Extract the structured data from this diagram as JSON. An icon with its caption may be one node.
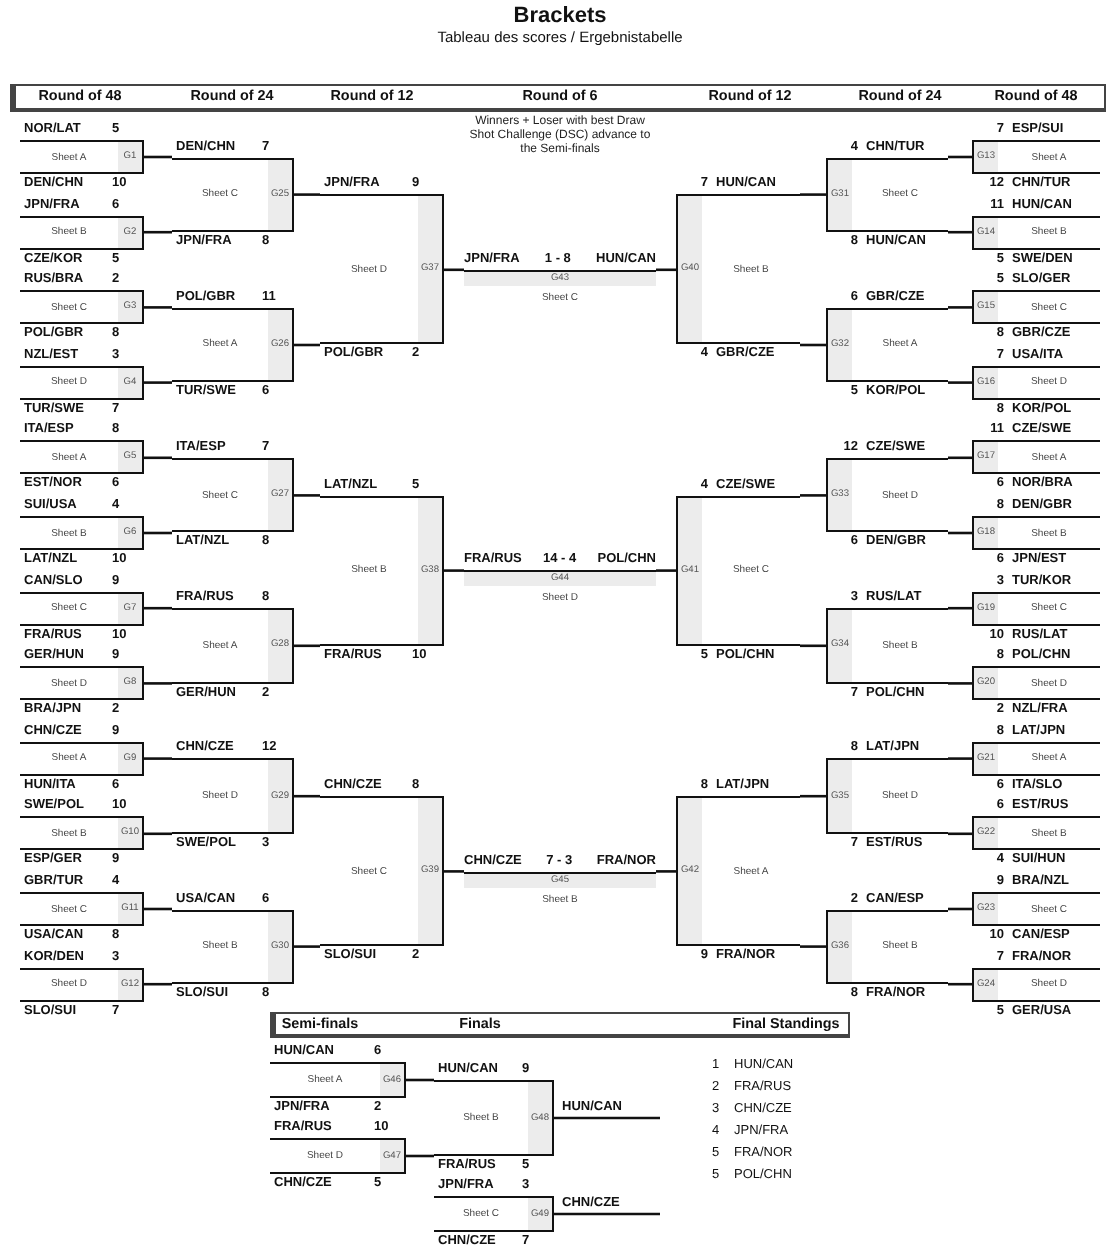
{
  "diagram": {
    "title": "Brackets",
    "nodes": [
      {
        "text": [
          "NOR/LAT",
          "5",
          "Sheet A",
          "G1",
          "DEN/CHN",
          "10"
        ]
      },
      {
        "text": [
          "JPN/FRA",
          "6",
          "Sheet B",
          "G2",
          "CZE/KOR",
          "5"
        ]
      },
      {
        "text": [
          "RUS/BRA",
          "2",
          "Sheet C",
          "G3",
          "POL/GBR",
          "8"
        ]
      },
      {
        "text": [
          "NZL/EST",
          "3",
          "Sheet D",
          "G4",
          "TUR/SWE",
          "7"
        ]
      },
      {
        "text": [
          "ITA/ESP",
          "8",
          "Sheet A",
          "G5",
          "EST/NOR",
          "6"
        ]
      },
      {
        "text": [
          "SUI/USA",
          "4",
          "Sheet B",
          "G6",
          "LAT/NZL",
          "10"
        ]
      },
      {
        "text": [
          "CAN/SLO",
          "9",
          "Sheet C",
          "G7",
          "FRA/RUS",
          "10"
        ]
      },
      {
        "text": [
          "GER/HUN",
          "9",
          "Sheet D",
          "G8",
          "BRA/JPN",
          "2"
        ]
      },
      {
        "text": [
          "CHN/CZE",
          "9",
          "Sheet A",
          "G9",
          "HUN/ITA",
          "6"
        ]
      },
      {
        "text": [
          "SWE/POL",
          "10",
          "Sheet B",
          "G10",
          "ESP/GER",
          "9"
        ]
      },
      {
        "text": [
          "GBR/TUR",
          "4",
          "Sheet C",
          "G11",
          "USA/CAN",
          "8"
        ]
      },
      {
        "text": [
          "KOR/DEN",
          "3",
          "Sheet D",
          "G12",
          "SLO/SUI",
          "7"
        ]
      },
      {
        "text": [
          "ESP/SUI",
          "7",
          "Sheet A",
          "G13",
          "CHN/TUR",
          "12"
        ]
      },
      {
        "text": [
          "HUN/CAN",
          "11",
          "Sheet B",
          "G14",
          "SWE/DEN",
          "5"
        ]
      },
      {
        "text": [
          "SLO/GER",
          "5",
          "Sheet C",
          "G15",
          "GBR/CZE",
          "8"
        ]
      },
      {
        "text": [
          "USA/ITA",
          "7",
          "Sheet D",
          "G16",
          "KOR/POL",
          "8"
        ]
      },
      {
        "text": [
          "CZE/SWE",
          "11",
          "Sheet A",
          "G17",
          "NOR/BRA",
          "6"
        ]
      },
      {
        "text": [
          "DEN/GBR",
          "8",
          "Sheet B",
          "G18",
          "JPN/EST",
          "6"
        ]
      },
      {
        "text": [
          "TUR/KOR",
          "3",
          "Sheet C",
          "G19",
          "RUS/LAT",
          "10"
        ]
      },
      {
        "text": [
          "POL/CHN",
          "8",
          "Sheet D",
          "G20",
          "NZL/FRA",
          "2"
        ]
      },
      {
        "text": [
          "LAT/JPN",
          "8",
          "Sheet A",
          "G21",
          "ITA/SLO",
          "6"
        ]
      },
      {
        "text": [
          "EST/RUS",
          "6",
          "Sheet B",
          "G22",
          "SUI/HUN",
          "4"
        ]
      },
      {
        "text": [
          "BRA/NZL",
          "9",
          "Sheet C",
          "G23",
          "CAN/ESP",
          "10"
        ]
      },
      {
        "text": [
          "FRA/NOR",
          "7",
          "Sheet D",
          "G24",
          "GER/USA",
          "5"
        ]
      },
      {
        "text": [
          "DEN/CHN",
          "7",
          "Sheet C",
          "G25",
          "JPN/FRA",
          "8"
        ]
      },
      {
        "text": [
          "POL/GBR",
          "11",
          "Sheet A",
          "G26",
          "TUR/SWE",
          "6"
        ]
      },
      {
        "text": [
          "ITA/ESP",
          "7",
          "Sheet C",
          "G27",
          "LAT/NZL",
          "8"
        ]
      },
      {
        "text": [
          "FRA/RUS",
          "8",
          "Sheet A",
          "G28",
          "GER/HUN",
          "2"
        ]
      },
      {
        "text": [
          "CHN/CZE",
          "12",
          "Sheet D",
          "G29",
          "SWE/POL",
          "3"
        ]
      },
      {
        "text": [
          "USA/CAN",
          "6",
          "Sheet B",
          "G30",
          "SLO/SUI",
          "8"
        ]
      },
      {
        "text": [
          "CHN/TUR",
          "4",
          "Sheet C",
          "G31",
          "HUN/CAN",
          "8"
        ]
      },
      {
        "text": [
          "GBR/CZE",
          "6",
          "Sheet A",
          "G32",
          "KOR/POL",
          "5"
        ]
      },
      {
        "text": [
          "CZE/SWE",
          "12",
          "Sheet D",
          "G33",
          "DEN/GBR",
          "6"
        ]
      },
      {
        "text": [
          "RUS/LAT",
          "3",
          "Sheet B",
          "G34",
          "POL/CHN",
          "7"
        ]
      },
      {
        "text": [
          "LAT/JPN",
          "8",
          "Sheet D",
          "G35",
          "EST/RUS",
          "7"
        ]
      },
      {
        "text": [
          "CAN/ESP",
          "2",
          "Sheet B",
          "G36",
          "FRA/NOR",
          "8"
        ]
      },
      {
        "text": [
          "JPN/FRA",
          "9",
          "Sheet D",
          "G37",
          "POL/GBR",
          "2"
        ]
      },
      {
        "text": [
          "LAT/NZL",
          "5",
          "Sheet B",
          "G38",
          "FRA/RUS",
          "10"
        ]
      },
      {
        "text": [
          "CHN/CZE",
          "8",
          "Sheet C",
          "G39",
          "SLO/SUI",
          "2"
        ]
      },
      {
        "text": [
          "HUN/CAN",
          "7",
          "Sheet B",
          "G40",
          "GBR/CZE",
          "4"
        ]
      },
      {
        "text": [
          "CZE/SWE",
          "4",
          "Sheet C",
          "G41",
          "POL/CHN",
          "5"
        ]
      },
      {
        "text": [
          "LAT/JPN",
          "8",
          "Sheet A",
          "G42",
          "FRA/NOR",
          "9"
        ]
      },
      {
        "text": [
          "JPN/FRA",
          "1 - 8",
          "HUN/CAN",
          "G43",
          "Sheet C"
        ]
      },
      {
        "text": [
          "FRA/RUS",
          "14 - 4",
          "POL/CHN",
          "G44",
          "Sheet D"
        ]
      },
      {
        "text": [
          "CHN/CZE",
          "7 - 3",
          "FRA/NOR",
          "G45",
          "Sheet B"
        ]
      },
      {
        "text": [
          "HUN/CAN",
          "6",
          "Sheet A",
          "G46",
          "JPN/FRA",
          "2"
        ]
      },
      {
        "text": [
          "FRA/RUS",
          "10",
          "Sheet D",
          "G47",
          "CHN/CZE",
          "5"
        ]
      },
      {
        "text": [
          "HUN/CAN",
          "9",
          "Sheet B",
          "G48",
          "FRA/RUS",
          "5"
        ]
      },
      {
        "text": [
          "JPN/FRA",
          "3",
          "Sheet C",
          "G49",
          "CHN/CZE",
          "7"
        ]
      }
    ],
    "edges": [
      {
        "from": 0,
        "to": 24,
        "arrow": "none"
      },
      {
        "from": 1,
        "to": 24,
        "arrow": "none"
      },
      {
        "from": 2,
        "to": 25,
        "arrow": "none"
      },
      {
        "from": 3,
        "to": 25,
        "arrow": "none"
      },
      {
        "from": 4,
        "to": 26,
        "arrow": "none"
      },
      {
        "from": 5,
        "to": 26,
        "arrow": "none"
      },
      {
        "from": 6,
        "to": 27,
        "arrow": "none"
      },
      {
        "from": 7,
        "to": 27,
        "arrow": "none"
      },
      {
        "from": 8,
        "to": 28,
        "arrow": "none"
      },
      {
        "from": 9,
        "to": 28,
        "arrow": "none"
      },
      {
        "from": 10,
        "to": 29,
        "arrow": "none"
      },
      {
        "from": 11,
        "to": 29,
        "arrow": "none"
      },
      {
        "from": 12,
        "to": 30,
        "arrow": "none"
      },
      {
        "from": 13,
        "to": 30,
        "arrow": "none"
      },
      {
        "from": 14,
        "to": 31,
        "arrow": "none"
      },
      {
        "from": 15,
        "to": 31,
        "arrow": "none"
      },
      {
        "from": 16,
        "to": 32,
        "arrow": "none"
      },
      {
        "from": 17,
        "to": 32,
        "arrow": "none"
      },
      {
        "from": 18,
        "to": 33,
        "arrow": "none"
      },
      {
        "from": 19,
        "to": 33,
        "arrow": "none"
      },
      {
        "from": 20,
        "to": 34,
        "arrow": "none"
      },
      {
        "from": 21,
        "to": 34,
        "arrow": "none"
      },
      {
        "from": 22,
        "to": 35,
        "arrow": "none"
      },
      {
        "from": 23,
        "to": 35,
        "arrow": "none"
      },
      {
        "from": 24,
        "to": 36,
        "arrow": "none"
      },
      {
        "from": 25,
        "to": 36,
        "arrow": "none"
      },
      {
        "from": 26,
        "to": 37,
        "arrow": "none"
      },
      {
        "from": 27,
        "to": 37,
        "arrow": "none"
      },
      {
        "from": 28,
        "to": 38,
        "arrow": "none"
      },
      {
        "from": 29,
        "to": 38,
        "arrow": "none"
      },
      {
        "from": 30,
        "to": 39,
        "arrow": "none"
      },
      {
        "from": 31,
        "to": 39,
        "arrow": "none"
      },
      {
        "from": 32,
        "to": 40,
        "arrow": "none"
      },
      {
        "from": 33,
        "to": 40,
        "arrow": "none"
      },
      {
        "from": 34,
        "to": 41,
        "arrow": "none"
      },
      {
        "from": 35,
        "to": 41,
        "arrow": "none"
      },
      {
        "from": 36,
        "to": 42,
        "arrow": "none"
      },
      {
        "from": 39,
        "to": 42,
        "arrow": "none"
      },
      {
        "from": 37,
        "to": 43,
        "arrow": "none"
      },
      {
        "from": 40,
        "to": 43,
        "arrow": "none"
      },
      {
        "from": 38,
        "to": 44,
        "arrow": "none"
      },
      {
        "from": 41,
        "to": 44,
        "arrow": "none"
      },
      {
        "from": 45,
        "to": 47,
        "arrow": "none"
      },
      {
        "from": 46,
        "to": 47,
        "arrow": "none"
      },
      {
        "from": 47,
        "to": null,
        "arrow": "none",
        "label": "HUN/CAN"
      },
      {
        "from": 48,
        "to": null,
        "arrow": "none",
        "label": "CHN/CZE"
      }
    ],
    "labels": [
      "Tableau des scores / Ergebnistabelle",
      "Round of 48",
      "Round of 24",
      "Round of 12",
      "Round of 6",
      "Round of 12",
      "Round of 24",
      "Round of 48",
      "Winners + Loser with best Draw Shot Challenge (DSC) advance to the Semi-finals",
      "Semi-finals",
      "Finals",
      "Final Standings",
      "1",
      "HUN/CAN",
      "2",
      "FRA/RUS",
      "3",
      "CHN/CZE",
      "4",
      "JPN/FRA",
      "5",
      "FRA/NOR",
      "5",
      "POL/CHN"
    ]
  }
}
